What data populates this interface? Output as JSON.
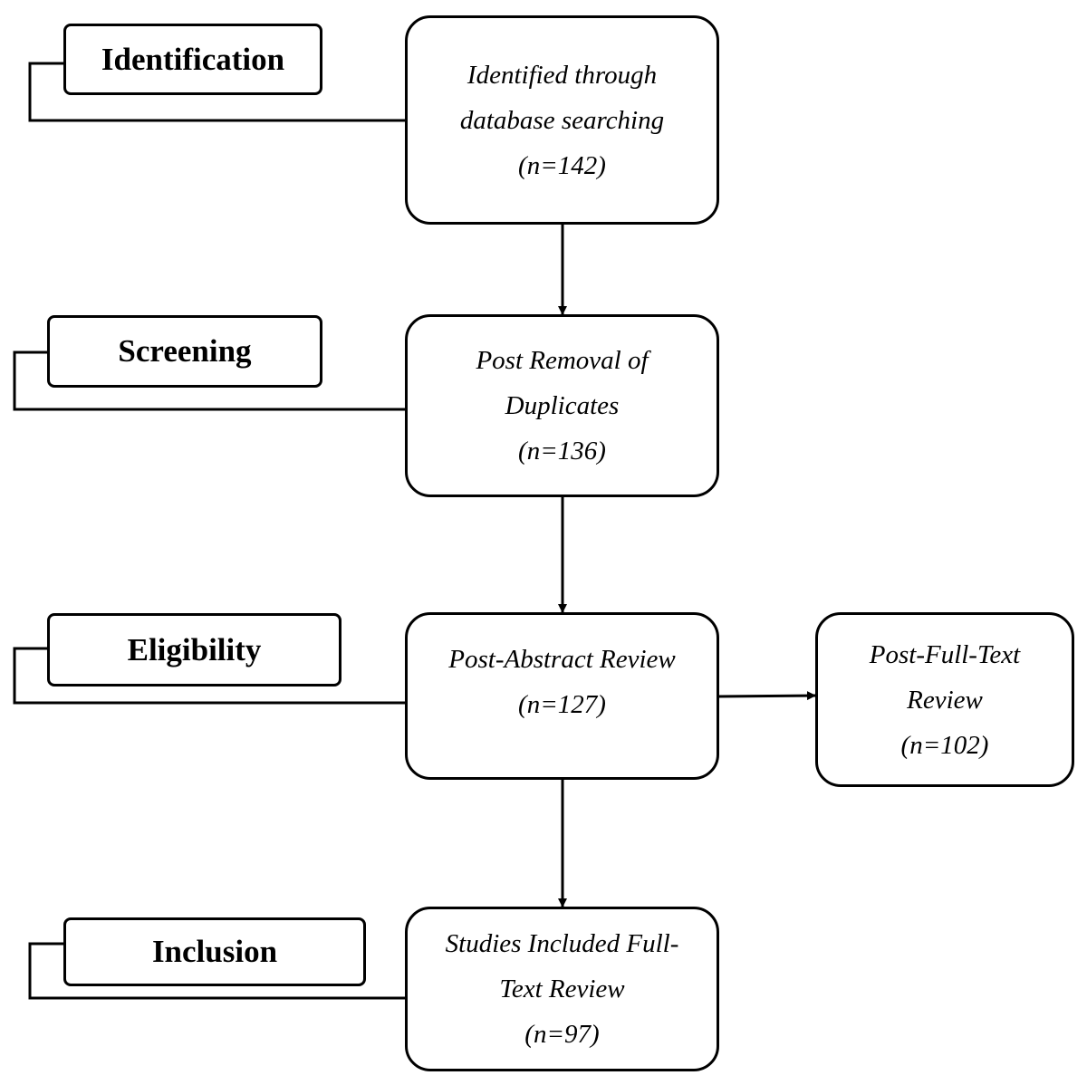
{
  "stages": {
    "identification": "Identification",
    "screening": "Screening",
    "eligibility": "Eligibility",
    "inclusion": "Inclusion"
  },
  "boxes": {
    "identified": {
      "line1": "Identified through",
      "line2": "database searching",
      "count": "(n=142)"
    },
    "duplicates": {
      "line1": "Post Removal of",
      "line2": "Duplicates",
      "count": "(n=136)"
    },
    "abstract": {
      "line1": "Post-Abstract Review",
      "count": "(n=127)"
    },
    "fulltext": {
      "line1": "Post-Full-Text",
      "line2": "Review",
      "count": "(n=102)"
    },
    "included": {
      "line1": "Studies Included Full-",
      "line2": "Text Review",
      "count": "(n=97)"
    }
  },
  "colors": {
    "stroke": "#000000",
    "background": "#ffffff"
  }
}
